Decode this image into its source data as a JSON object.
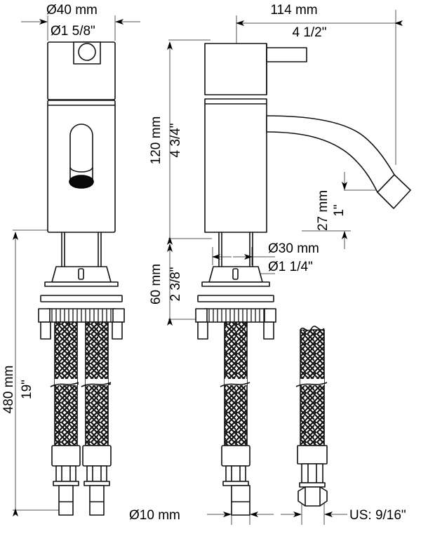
{
  "drawing": {
    "title": "Single-lever basin mixer tap technical drawing",
    "line_color": "#1a1a1a",
    "dimension_line_color": "#555555",
    "fill_color": "#ffffff",
    "accent_color": "#000000"
  },
  "dimensions": {
    "diameter_body_mm": "Ø40 mm",
    "diameter_body_in": "Ø1 5/8\"",
    "spout_reach_mm": "114 mm",
    "spout_reach_in": "4 1/2\"",
    "body_height_mm": "120 mm",
    "body_height_in": "4 3/4\"",
    "shank_length_mm": "60 mm",
    "shank_length_in": "2 3/8\"",
    "shank_diameter_mm": "Ø30 mm",
    "shank_diameter_in": "Ø1 1/4\"",
    "spout_outlet_height_mm": "27 mm",
    "spout_outlet_height_in": "1\"",
    "hose_length_mm": "480 mm",
    "hose_length_in": "19\"",
    "hose_diameter_mm": "Ø10 mm",
    "hose_thread_us": "US: 9/16\""
  },
  "views": {
    "front": {
      "name": "front-elevation"
    },
    "side": {
      "name": "side-elevation"
    },
    "hose": {
      "name": "supply-hose-detail"
    }
  }
}
